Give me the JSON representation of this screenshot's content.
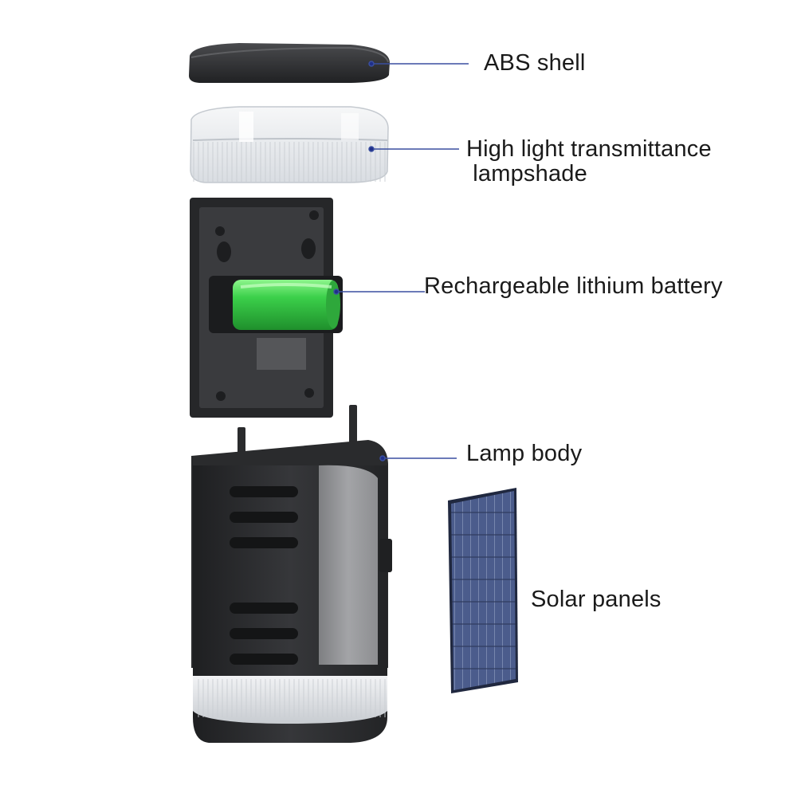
{
  "parts": [
    {
      "id": "abs-shell",
      "lines": [
        "ABS shell"
      ]
    },
    {
      "id": "lampshade",
      "lines": [
        "High light transmittance",
        " lampshade"
      ]
    },
    {
      "id": "battery",
      "lines": [
        "Rechargeable lithium battery"
      ]
    },
    {
      "id": "lamp-body",
      "lines": [
        "Lamp body"
      ]
    },
    {
      "id": "solar-panels",
      "lines": [
        "Solar panels"
      ]
    }
  ],
  "colors": {
    "leader_line": "#3a4fa0",
    "housing": "#2b2c2e",
    "battery_green": "#3bd04a",
    "solar_cell": "#4b5c8c",
    "lampshade": "#eef1f4"
  }
}
